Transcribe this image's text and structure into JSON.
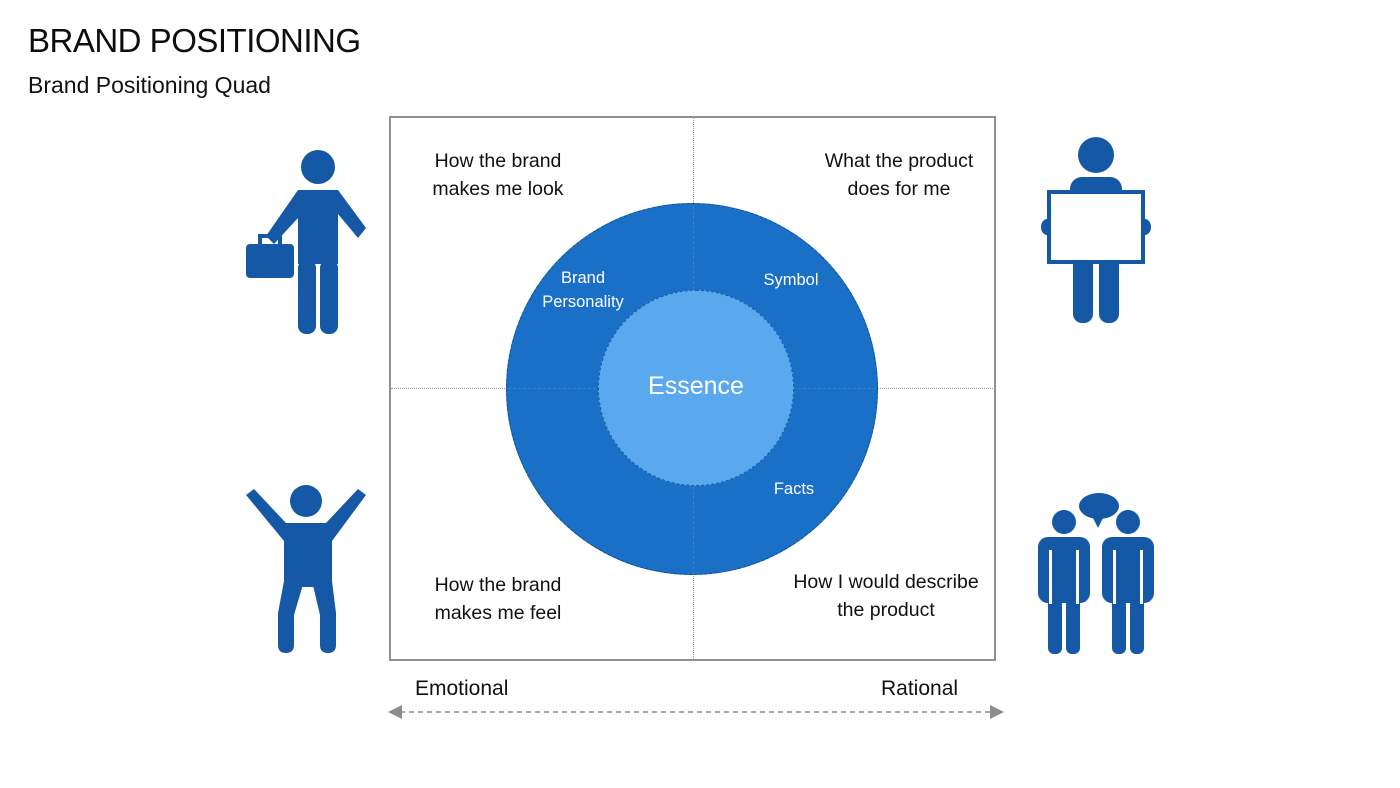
{
  "header": {
    "title": "BRAND POSITIONING",
    "subtitle": "Brand Positioning Quad"
  },
  "quadrants": {
    "top_left": "How the brand\nmakes me look",
    "top_right": "What the product\ndoes for me",
    "bottom_left": "How the brand\nmakes me feel",
    "bottom_right": "How I would describe\nthe product"
  },
  "circle": {
    "center": "Essence",
    "segments": {
      "top_left": "Brand\nPersonality",
      "top_right": "Symbol",
      "bottom_right": "Facts"
    }
  },
  "axis": {
    "left": "Emotional",
    "right": "Rational"
  },
  "icons": {
    "top_left": "businessman-icon",
    "top_right": "person-holding-sign-icon",
    "bottom_left": "cheering-person-icon",
    "bottom_right": "two-people-talking-icon"
  },
  "colors": {
    "ring": "#1a6fc7",
    "core": "#5aa9ef",
    "figure": "#1558a5"
  }
}
